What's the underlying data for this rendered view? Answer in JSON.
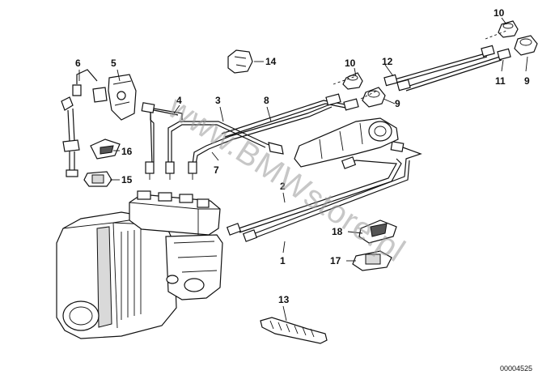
{
  "diagram": {
    "callouts": [
      {
        "id": "c1",
        "text": "1"
      },
      {
        "id": "c2",
        "text": "2"
      },
      {
        "id": "c3",
        "text": "3"
      },
      {
        "id": "c4",
        "text": "4"
      },
      {
        "id": "c5",
        "text": "5"
      },
      {
        "id": "c6",
        "text": "6"
      },
      {
        "id": "c7",
        "text": "7"
      },
      {
        "id": "c8",
        "text": "8"
      },
      {
        "id": "c9a",
        "text": "9"
      },
      {
        "id": "c9b",
        "text": "9"
      },
      {
        "id": "c10a",
        "text": "10"
      },
      {
        "id": "c10b",
        "text": "10"
      },
      {
        "id": "c11",
        "text": "11"
      },
      {
        "id": "c12",
        "text": "12"
      },
      {
        "id": "c13",
        "text": "13"
      },
      {
        "id": "c14",
        "text": "14"
      },
      {
        "id": "c15",
        "text": "15"
      },
      {
        "id": "c16",
        "text": "16"
      },
      {
        "id": "c17",
        "text": "17"
      },
      {
        "id": "c18",
        "text": "18"
      }
    ],
    "watermark": "www.BMWstore.pl",
    "drawing_number": "00004525"
  }
}
